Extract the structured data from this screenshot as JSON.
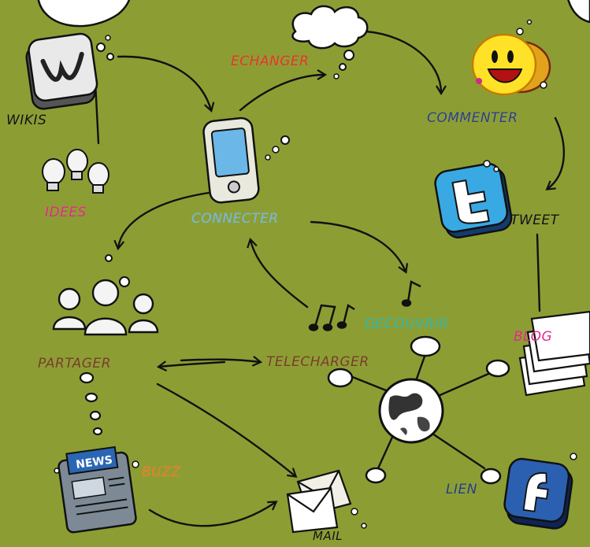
{
  "colors": {
    "background": "#8c9e33",
    "ink": "#111111",
    "red": "#e8312b",
    "blue": "#2d3f8c",
    "light_blue": "#73b8e6",
    "pink": "#e62787",
    "brown": "#7a3a2a",
    "teal": "#2fb6a8",
    "orange": "#f07a2a",
    "dark_blue": "#233c86"
  },
  "nodes": {
    "wikis": {
      "label": "WIKIS",
      "icon": "wiki-icon"
    },
    "echanger": {
      "label": "ECHANGER",
      "icon": "thought-cloud-icon"
    },
    "commenter": {
      "label": "COMMENTER",
      "icon": "smiley-icon"
    },
    "connecter": {
      "label": "CONNECTER",
      "icon": "phone-icon"
    },
    "idees": {
      "label": "IDEES",
      "icon": "lightbulb-icon"
    },
    "tweet": {
      "label": "TWEET",
      "icon": "twitter-icon"
    },
    "partager": {
      "label": "PARTAGER",
      "icon": "people-icon"
    },
    "decouvrir": {
      "label": "DECOUVRIR",
      "icon": "music-notes-icon"
    },
    "blog": {
      "label": "BLOG",
      "icon": "paper-stack-icon"
    },
    "telecharger": {
      "label": "TELECHARGER",
      "icon": "globe-icon"
    },
    "buzz": {
      "label": "BUZZ",
      "icon": "newspaper-icon"
    },
    "lien": {
      "label": "LIEN",
      "icon": "facebook-icon"
    },
    "mail": {
      "label": "MAIL",
      "icon": "envelope-icon"
    }
  },
  "news_badge": "NEWS"
}
